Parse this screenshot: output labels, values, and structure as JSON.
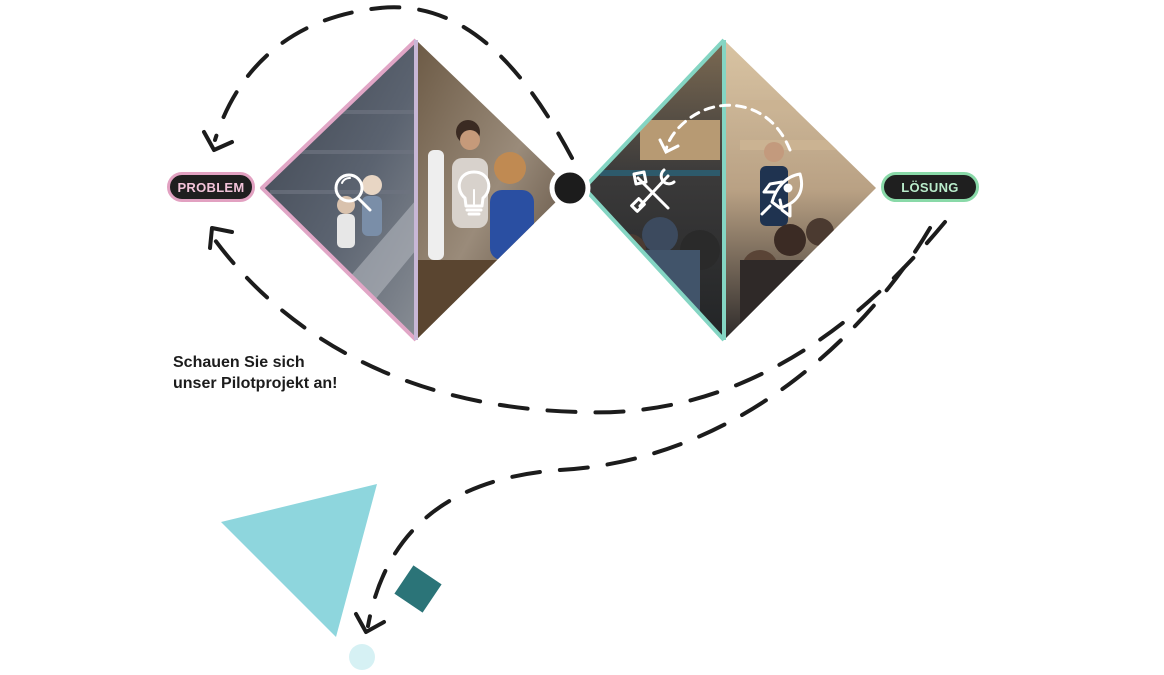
{
  "labels": {
    "problem": "PROBLEM",
    "solution": "LÖSUNG"
  },
  "caption": {
    "line1": "Schauen Sie sich",
    "line2": "unser Pilotprojekt an!"
  },
  "icons": [
    "search-icon",
    "lightbulb-icon",
    "tools-icon",
    "rocket-icon"
  ],
  "colors": {
    "problem_border": "#e2a1c1",
    "problem_text": "#f2c3d9",
    "solution_border": "#89d9a8",
    "solution_text": "#b9eccb",
    "pink_edge": "#e1a6c6",
    "lilac_edge": "#c8b7d6",
    "teal_edge": "#84d5c3",
    "triangle": "#8ed6dd",
    "square": "#2b7478",
    "dot": "#d6f1f4",
    "ink": "#1c1c1c"
  }
}
